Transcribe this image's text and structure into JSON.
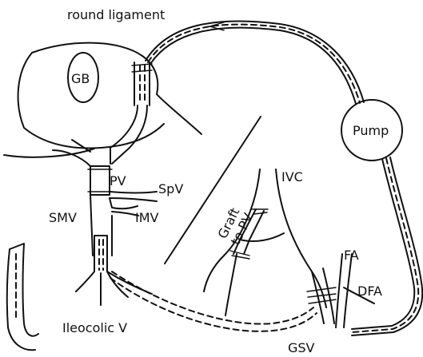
{
  "labels": {
    "round_ligament": "round ligament",
    "gb": "GB",
    "pv": "PV",
    "spv": "SpV",
    "smv": "SMV",
    "imv": "IMV",
    "ileocolic_v": "Ileocolic V",
    "pump": "Pump",
    "ivc": "IVC",
    "graft_line1": "Graft",
    "graft_line2": "to PV",
    "fa": "FA",
    "dfa": "DFA",
    "gsv": "GSV"
  }
}
